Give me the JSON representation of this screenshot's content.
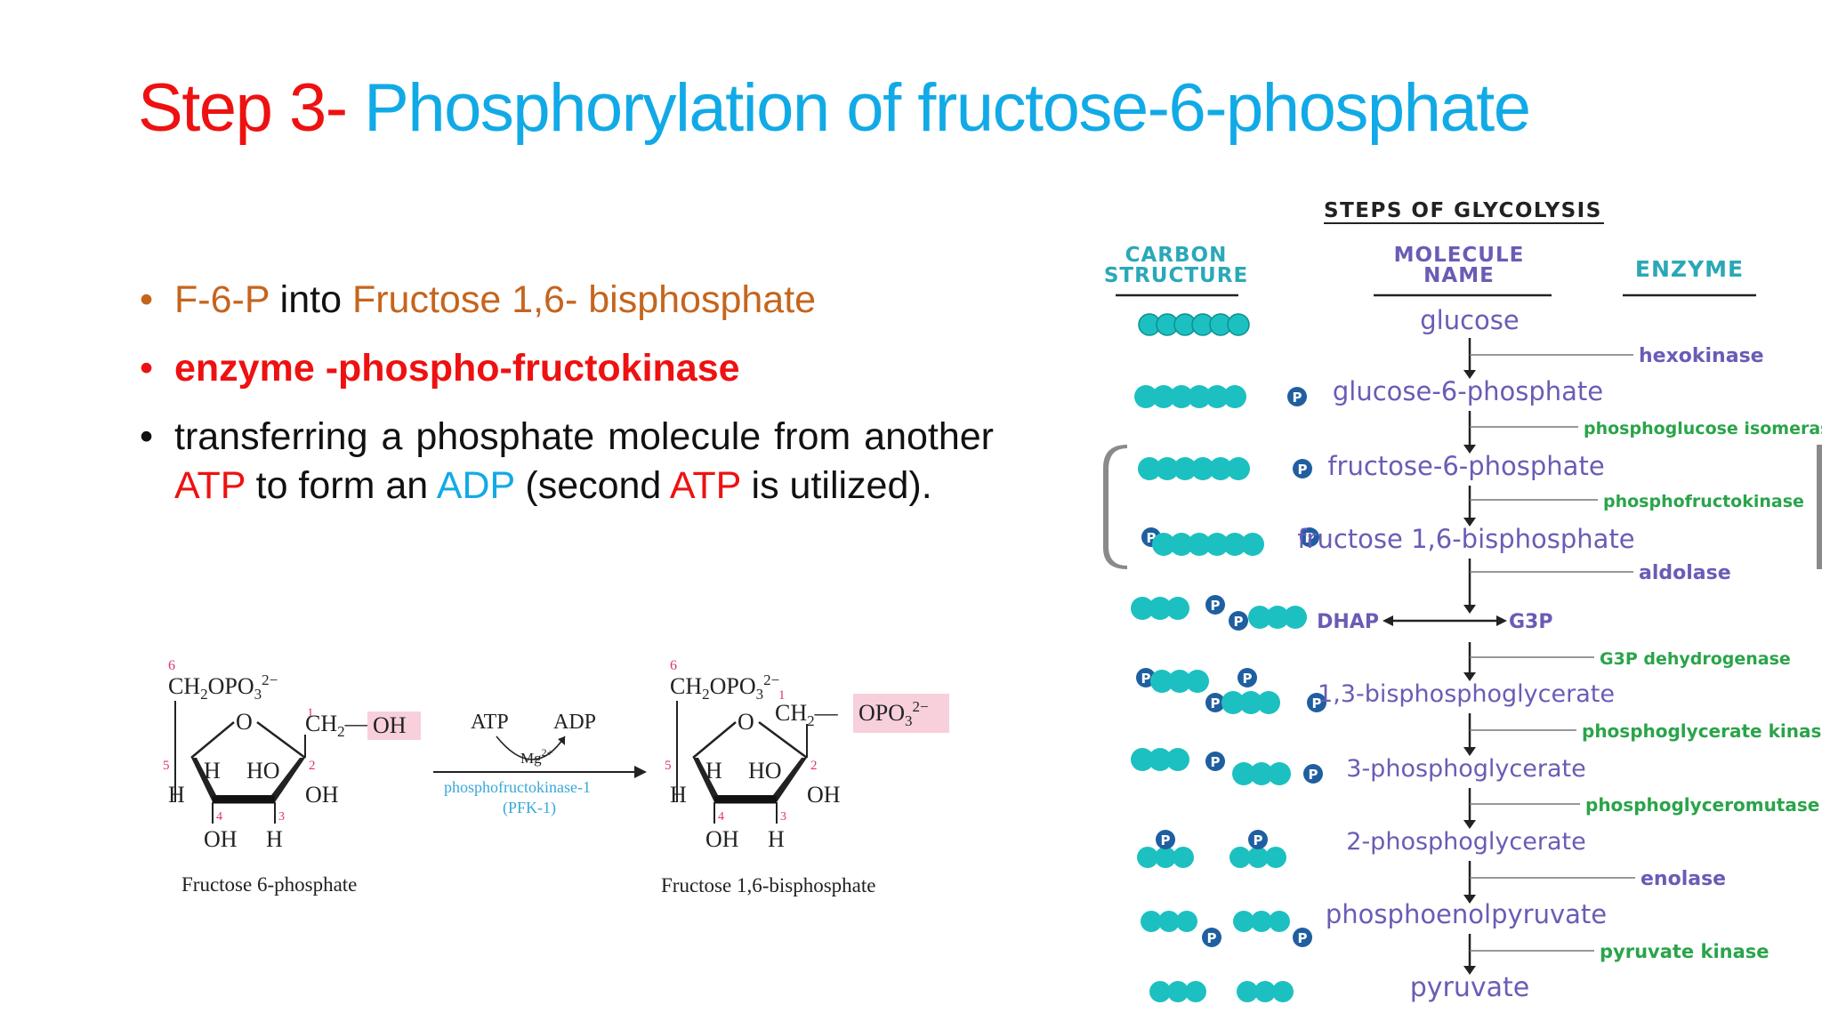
{
  "title": {
    "step": "Step 3-",
    "rest": " Phosphorylation of fructose-6-phosphate"
  },
  "bullets": {
    "b1": {
      "part1": "F-6-P",
      "part2": " into ",
      "part3": "Fructose 1,6- bisphosphate"
    },
    "b2": {
      "text": "enzyme -phospho-fructokinase"
    },
    "b3": {
      "part1": "transferring a phosphate molecule from another ",
      "atp1": "ATP",
      "part2": " to form an ",
      "adp": "ADP",
      "part3": " (second ",
      "atp2": "ATP",
      "part4": " is utilized)."
    }
  },
  "reaction": {
    "left_caption": "Fructose 6-phosphate",
    "right_caption": "Fructose 1,6-bisphosphate",
    "atp": "ATP",
    "adp": "ADP",
    "cofactor": "Mg",
    "cofactor_sup": "2+",
    "enzyme": "phosphofructokinase-1",
    "enzyme_abbr": "(PFK-1)",
    "ch2opo3": "CH",
    "oh": "OH",
    "h": "H",
    "ho": "HO",
    "o": "O",
    "opo3": "OPO",
    "num1": "1",
    "num2": "2",
    "num3": "3",
    "num4": "4",
    "num5": "5",
    "num6": "6"
  },
  "glycolysis": {
    "heading": "STEPS OF GLYCOLYSIS",
    "col_carbon_1": "CARBON",
    "col_carbon_2": "STRUCTURE",
    "col_molecule_1": "MOLECULE",
    "col_molecule_2": "NAME",
    "col_enzyme": "ENZYME",
    "molecules": [
      "glucose",
      "glucose-6-phosphate",
      "fructose-6-phosphate",
      "fructose 1,6-bisphosphate",
      "DHAP",
      "G3P",
      "1,3-bisphosphoglycerate",
      "3-phosphoglycerate",
      "2-phosphoglycerate",
      "phosphoenolpyruvate",
      "pyruvate"
    ],
    "enzymes": [
      "hexokinase",
      "phosphoglucose isomerase",
      "phosphofructokinase",
      "aldolase",
      "G3P dehydrogenase",
      "phosphoglycerate kinase",
      "phosphoglyceromutase",
      "enolase",
      "pyruvate kinase"
    ],
    "p_label": "P"
  },
  "colors": {
    "title_red": "#ee1111",
    "title_blue": "#11aae6",
    "orange": "#c5651d",
    "teal": "#1cc0c0",
    "purple": "#6a5cb5",
    "green": "#2aa44a",
    "pink_box": "#f7d0dc"
  }
}
